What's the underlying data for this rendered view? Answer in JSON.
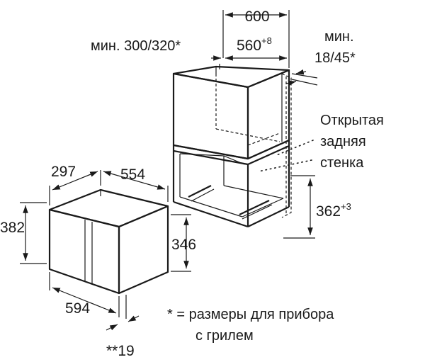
{
  "diagram": {
    "cabinet": {
      "width_600": "600",
      "min_label": "мин. 300/320*",
      "depth_560": "560",
      "depth_560_sup": "+8",
      "gap_min_line1": "мин.",
      "gap_min_line2": "18/45*",
      "open_back_line1": "Открытая",
      "open_back_line2": "задняя",
      "open_back_line3": "стенка",
      "height_362": "362",
      "height_362_sup": "+3"
    },
    "appliance": {
      "depth_297": "297",
      "width_554": "554",
      "height_382": "382",
      "height_346": "346",
      "width_594": "594",
      "offset_19": "**19"
    },
    "notes": {
      "grill_line1": "* = размеры для прибора",
      "grill_line2": "с грилем"
    }
  }
}
